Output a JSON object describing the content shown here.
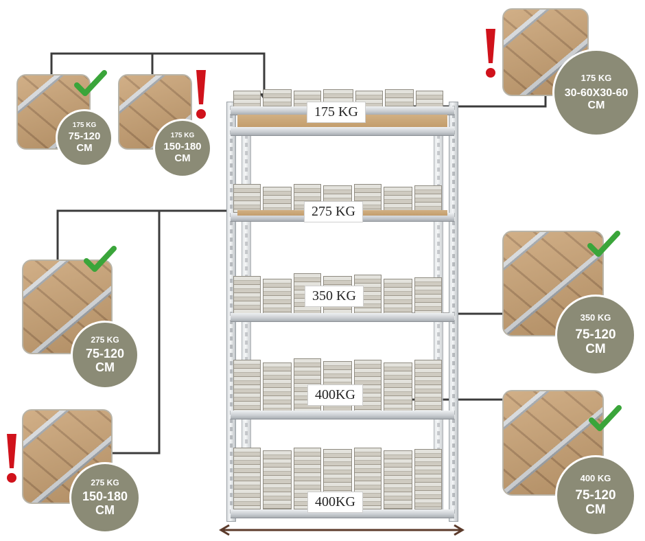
{
  "shelves": [
    {
      "load": "175 KG"
    },
    {
      "load": "275 KG"
    },
    {
      "load": "350 KG"
    },
    {
      "load": "400KG"
    },
    {
      "load": "400KG"
    }
  ],
  "callouts": [
    {
      "kg": "175 KG",
      "dim": "75-120\nCM",
      "status": "ok"
    },
    {
      "kg": "175 KG",
      "dim": "150-180\nCM",
      "status": "warning"
    },
    {
      "kg": "175 KG",
      "dim": "30-60X30-60\nCM",
      "status": "warning"
    },
    {
      "kg": "275 KG",
      "dim": "75-120\nCM",
      "status": "ok"
    },
    {
      "kg": "275 KG",
      "dim": "150-180\nCM",
      "status": "warning"
    },
    {
      "kg": "350 KG",
      "dim": "75-120\nCM",
      "status": "ok"
    },
    {
      "kg": "400 KG",
      "dim": "75-120\nCM",
      "status": "ok"
    }
  ],
  "colors": {
    "circle": "#8b8b76",
    "check": "#3aa53a",
    "warning": "#d0121b",
    "connector": "#3b3b3b",
    "arrow": "#5b3a2a"
  },
  "icons": {
    "ok": "check-icon",
    "warning": "exclamation-icon",
    "width": "double-arrow-icon"
  }
}
